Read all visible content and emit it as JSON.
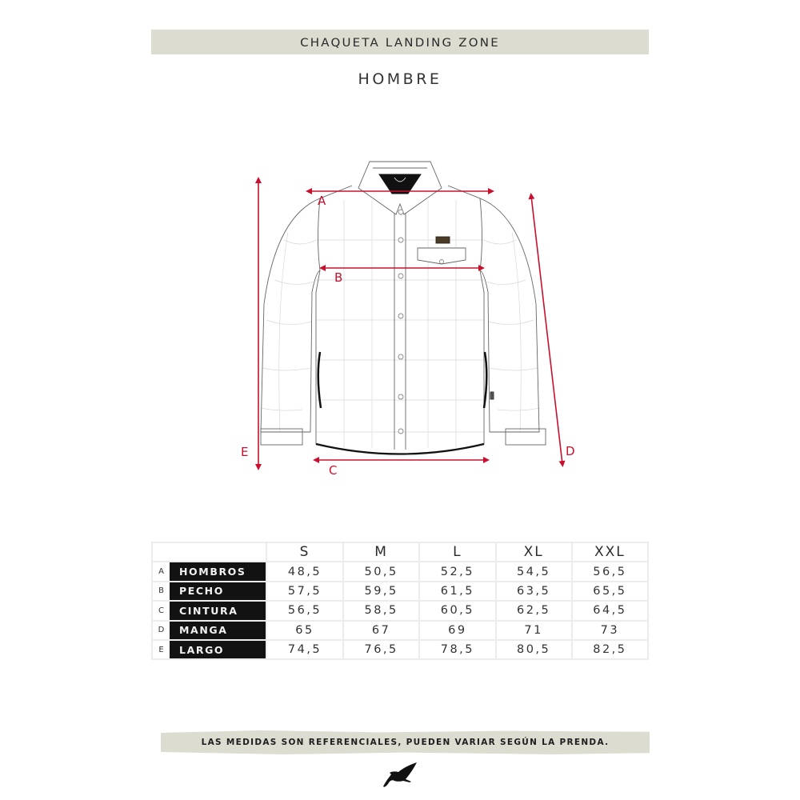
{
  "header": {
    "title": "CHAQUETA LANDING ZONE",
    "subtitle": "HOMBRE"
  },
  "diagram": {
    "accent_color": "#c8102e",
    "measure_labels": {
      "A": "A",
      "B": "B",
      "C": "C",
      "D": "D",
      "E": "E"
    }
  },
  "table": {
    "columns": [
      "S",
      "M",
      "L",
      "XL",
      "XXL"
    ],
    "rows": [
      {
        "letter": "A",
        "label": "HOMBROS",
        "values": [
          "48,5",
          "50,5",
          "52,5",
          "54,5",
          "56,5"
        ]
      },
      {
        "letter": "B",
        "label": "PECHO",
        "values": [
          "57,5",
          "59,5",
          "61,5",
          "63,5",
          "65,5"
        ]
      },
      {
        "letter": "C",
        "label": "CINTURA",
        "values": [
          "56,5",
          "58,5",
          "60,5",
          "62,5",
          "64,5"
        ]
      },
      {
        "letter": "D",
        "label": "MANGA",
        "values": [
          "65",
          "67",
          "69",
          "71",
          "73"
        ]
      },
      {
        "letter": "E",
        "label": "LARGO",
        "values": [
          "74,5",
          "76,5",
          "78,5",
          "80,5",
          "82,5"
        ]
      }
    ]
  },
  "footer": {
    "note": "LAS MEDIDAS SON REFERENCIALES, PUEDEN VARIAR SEGÚN LA PRENDA.",
    "logo_icon": "eagle-icon"
  }
}
